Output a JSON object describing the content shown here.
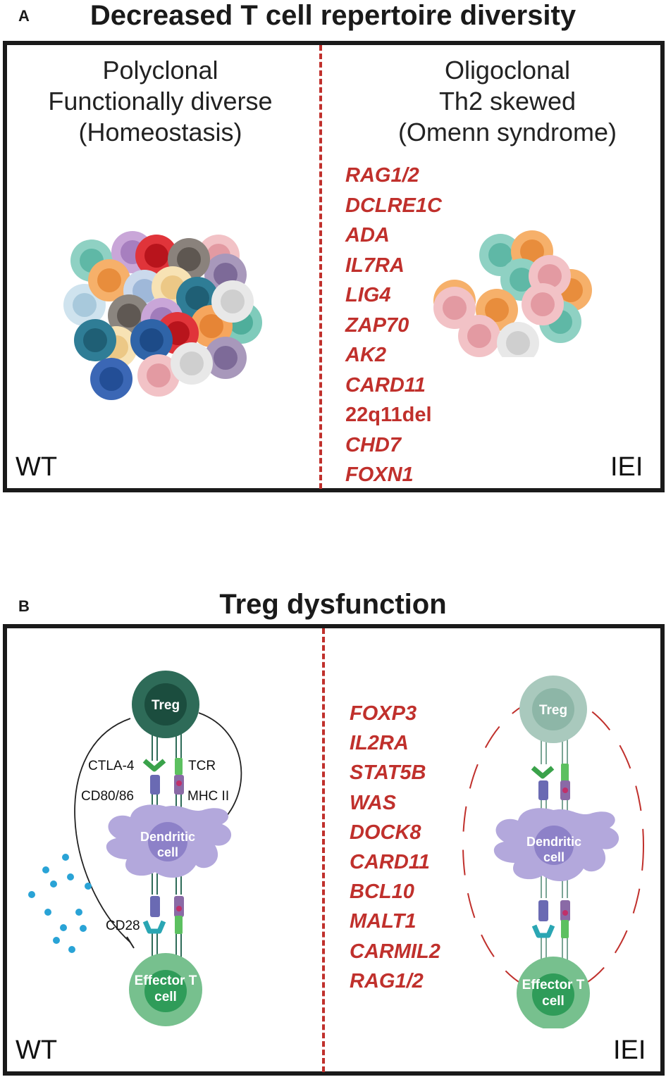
{
  "panel_a": {
    "letter": "A",
    "title": "Decreased T cell repertoire diversity",
    "left_heading": [
      "Polyclonal",
      "Functionally diverse",
      "(Homeostasis)"
    ],
    "right_heading": [
      "Oligoclonal",
      "Th2 skewed",
      "(Omenn syndrome)"
    ],
    "genes": [
      "RAG1/2",
      "DCLRE1C",
      "ADA",
      "IL7RA",
      "LIG4",
      "ZAP70",
      "AK2",
      "CARD11",
      "22q11del",
      "CHD7",
      "FOXN1"
    ],
    "left_corner": "WT",
    "right_corner": "IEI"
  },
  "panel_b": {
    "letter": "B",
    "title": "Treg dysfunction",
    "genes": [
      "FOXP3",
      "IL2RA",
      "STAT5B",
      "WAS",
      "DOCK8",
      "CARD11",
      "BCL10",
      "MALT1",
      "CARMIL2",
      "RAG1/2"
    ],
    "left_corner": "WT",
    "right_corner": "IEI",
    "left_diagram": {
      "treg_label": "Treg",
      "dc_label": [
        "Dendritic",
        "cell"
      ],
      "effector_label": [
        "Effector T",
        "cell"
      ],
      "labels": {
        "ctla4": "CTLA-4",
        "tcr": "TCR",
        "cd80_86": "CD80/86",
        "mhc2": "MHC II",
        "cd28": "CD28"
      }
    },
    "right_diagram": {
      "treg_label": "Treg",
      "dc_label": [
        "Dendritic",
        "cell"
      ],
      "effector_label": [
        "Effector T",
        "cell"
      ]
    }
  },
  "colors": {
    "accent_red": "#c0302c",
    "treg_dark": "#2e6b58",
    "dc_purple": "#b3a8dc",
    "effector_green": "#77c08e",
    "cytokine_blue": "#29a3d6"
  }
}
